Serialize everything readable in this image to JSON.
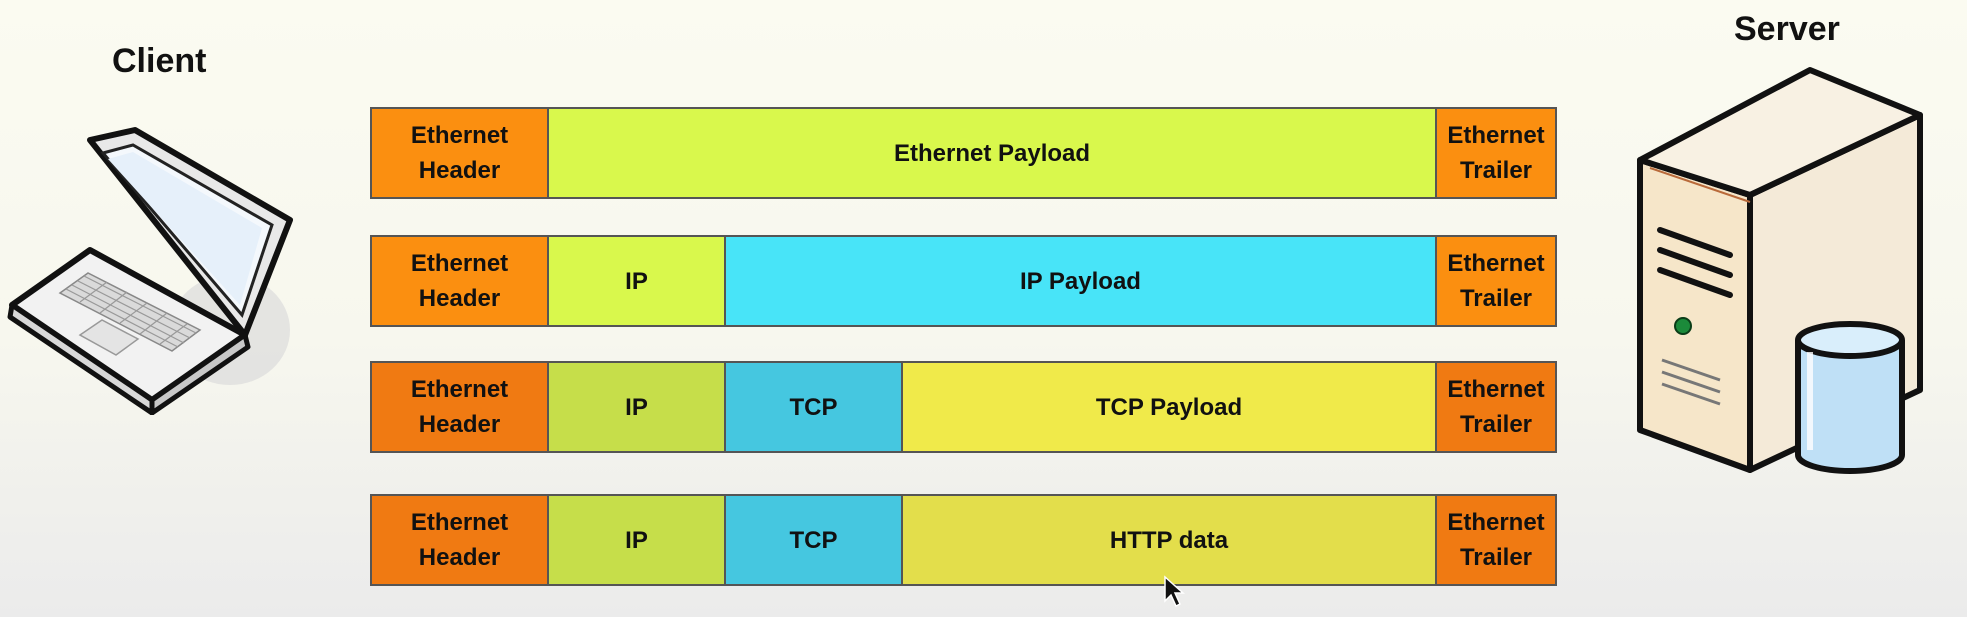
{
  "client": {
    "label": "Client"
  },
  "server": {
    "label": "Server"
  },
  "colors": {
    "ethernet": "#fb8f10",
    "ethernet_dark": "#f07a12",
    "lime": "#d9f84c",
    "lime_dark": "#c6de4a",
    "cyan": "#48e4f8",
    "cyan_dark": "#45c7e0",
    "yellow": "#f0ea4a",
    "yellow_dark": "#e3de4b"
  },
  "rows": [
    {
      "name": "ethernet-frame",
      "cells": [
        {
          "text": "Ethernet\nHeader",
          "kind": "ethernet",
          "size": "w-eh"
        },
        {
          "text": "Ethernet Payload",
          "kind": "lime",
          "size": "grow"
        },
        {
          "text": "Ethernet\nTrailer",
          "kind": "ethernet",
          "size": "w-et"
        }
      ]
    },
    {
      "name": "ip-packet",
      "cells": [
        {
          "text": "Ethernet\nHeader",
          "kind": "ethernet",
          "size": "w-eh"
        },
        {
          "text": "IP",
          "kind": "lime",
          "size": "w-ip"
        },
        {
          "text": "IP Payload",
          "kind": "cyan",
          "size": "grow"
        },
        {
          "text": "Ethernet\nTrailer",
          "kind": "ethernet",
          "size": "w-et"
        }
      ]
    },
    {
      "name": "tcp-segment",
      "cells": [
        {
          "text": "Ethernet\nHeader",
          "kind": "ethernet_dark",
          "size": "w-eh"
        },
        {
          "text": "IP",
          "kind": "lime_dark",
          "size": "w-ip"
        },
        {
          "text": "TCP",
          "kind": "cyan_dark",
          "size": "w-tcp"
        },
        {
          "text": "TCP Payload",
          "kind": "yellow",
          "size": "grow"
        },
        {
          "text": "Ethernet\nTrailer",
          "kind": "ethernet_dark",
          "size": "w-et"
        }
      ]
    },
    {
      "name": "http-data",
      "cells": [
        {
          "text": "Ethernet\nHeader",
          "kind": "ethernet_dark",
          "size": "w-eh"
        },
        {
          "text": "IP",
          "kind": "lime_dark",
          "size": "w-ip"
        },
        {
          "text": "TCP",
          "kind": "cyan_dark",
          "size": "w-tcp"
        },
        {
          "text": "HTTP data",
          "kind": "yellow_dark",
          "size": "grow"
        },
        {
          "text": "Ethernet\nTrailer",
          "kind": "ethernet_dark",
          "size": "w-et"
        }
      ]
    }
  ]
}
